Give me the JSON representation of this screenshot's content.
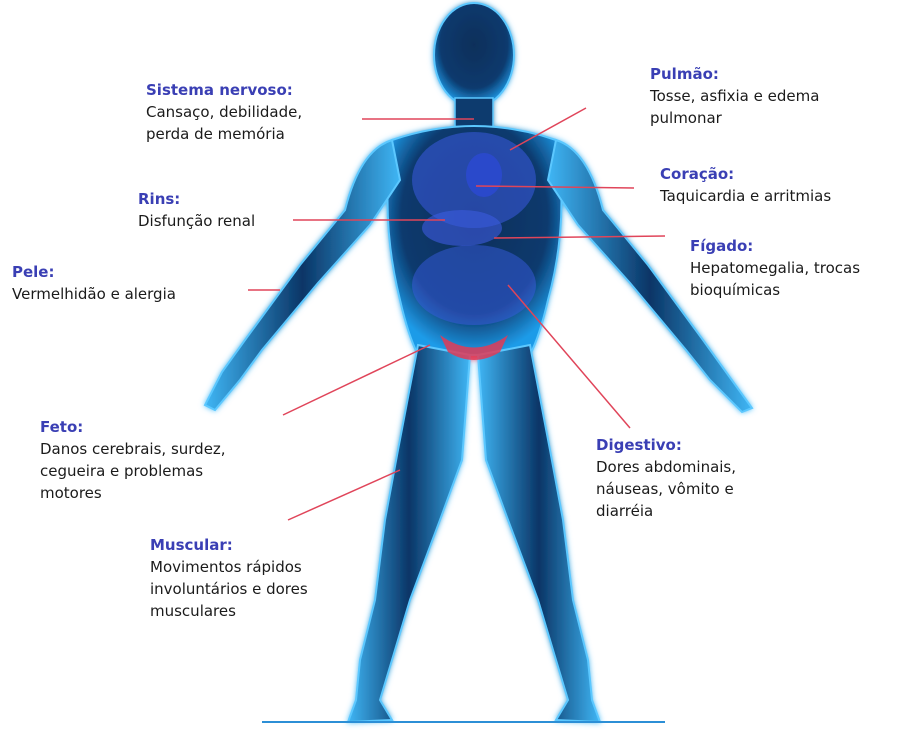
{
  "colors": {
    "title": "#3a3fb4",
    "text": "#1b1b1b",
    "leader_line": "#e0455a",
    "body_glow": "#1f9be8",
    "organs": "#3d5be0",
    "pelvis_highlight": "#e23a56",
    "ground_line": "#2c8fd6"
  },
  "annotations": {
    "sistema_nervoso": {
      "title": "Sistema nervoso:",
      "lines": [
        "Cansaço, debilidade,",
        "perda de memória"
      ]
    },
    "pulmao": {
      "title": "Pulmão:",
      "lines": [
        "Tosse, asfixia e edema",
        "pulmonar"
      ]
    },
    "coracao": {
      "title": "Coração:",
      "lines": [
        "Taquicardia e arritmias"
      ]
    },
    "rins": {
      "title": "Rins:",
      "lines": [
        "Disfunção renal"
      ]
    },
    "figado": {
      "title": "Fígado:",
      "lines": [
        "Hepatomegalia, trocas",
        "bioquímicas"
      ]
    },
    "pele": {
      "title": "Pele:",
      "lines": [
        "Vermelhidão e alergia"
      ]
    },
    "feto": {
      "title": "Feto:",
      "lines": [
        "Danos cerebrais, surdez,",
        "cegueira e problemas",
        "motores"
      ]
    },
    "digestivo": {
      "title": "Digestivo:",
      "lines": [
        "Dores abdominais,",
        "náuseas, vômito e",
        "diarréia"
      ]
    },
    "muscular": {
      "title": "Muscular:",
      "lines": [
        "Movimentos rápidos",
        "involuntários e dores",
        "musculares"
      ]
    }
  }
}
